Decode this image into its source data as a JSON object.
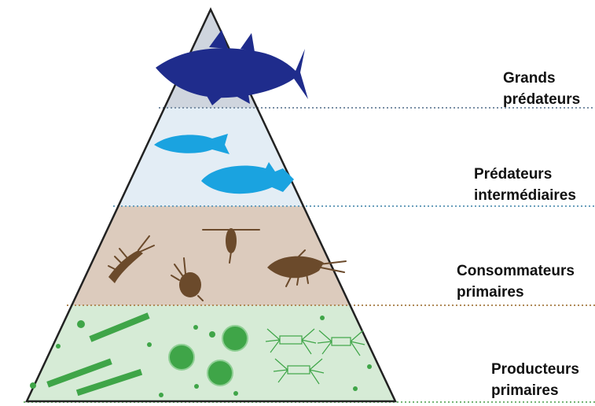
{
  "levels": [
    {
      "line1": "Grands",
      "line2": "prédateurs",
      "fill": "#cfd5de",
      "divider": "#7a8fa5"
    },
    {
      "line1": "Prédateurs",
      "line2": "intermédiaires",
      "fill": "#e3edf5",
      "divider": "#6a9fbc"
    },
    {
      "line1": "Consommateurs",
      "line2": "primaires",
      "fill": "#dccbbd",
      "divider": "#b08a58"
    },
    {
      "line1": "Producteurs",
      "line2": "primaires",
      "fill": "#d6ebd6",
      "divider": "#74b474"
    }
  ],
  "colors": {
    "outline": "#222222",
    "apex_predator": "#1f2c8c",
    "mid_predator": "#1aa3e0",
    "zooplankton": "#6b4a2b",
    "phytoplankton": "#3fa548",
    "phyto_light": "#8fcf94"
  },
  "icons": [
    "tuna-icon",
    "fish-icon",
    "krill-icon",
    "copepod-icon",
    "shrimp-icon",
    "diatom-chain-icon",
    "diatom-disc-icon",
    "radiolarian-icon"
  ]
}
